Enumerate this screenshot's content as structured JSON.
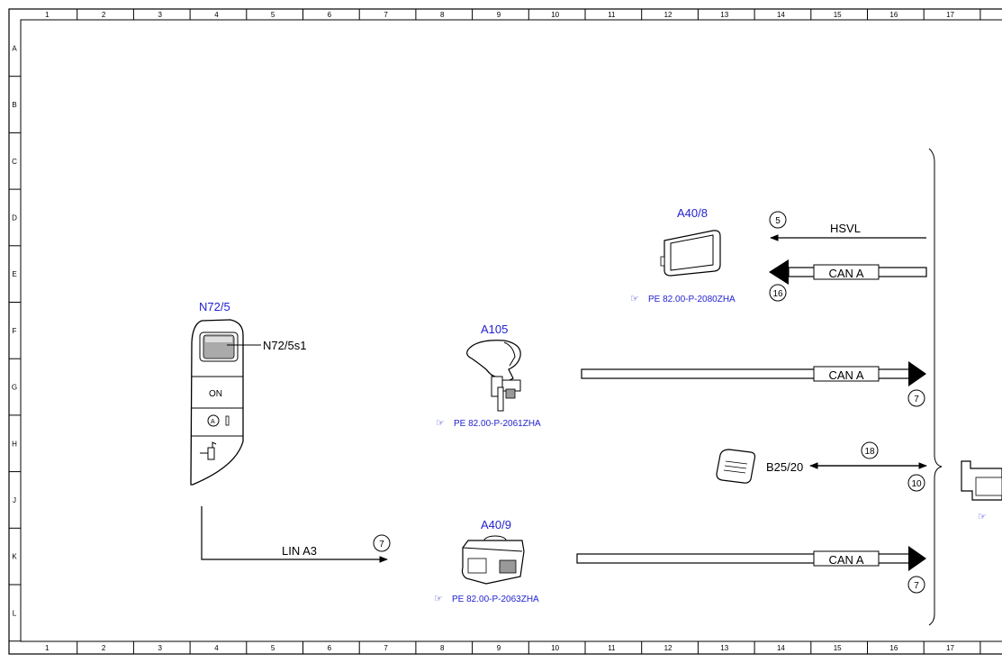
{
  "frame": {
    "columns": [
      "1",
      "2",
      "3",
      "4",
      "5",
      "6",
      "7",
      "8",
      "9",
      "10",
      "11",
      "12",
      "13",
      "14",
      "15",
      "16",
      "17"
    ],
    "rows": [
      "A",
      "B",
      "C",
      "D",
      "E",
      "F",
      "G",
      "H",
      "J",
      "K",
      "L"
    ]
  },
  "components": {
    "n72_5": {
      "id": "N72/5",
      "sub_id": "N72/5s1",
      "btn_on": "ON",
      "btn_auto": "A"
    },
    "a40_8": {
      "id": "A40/8",
      "ref": "PE 82.00-P-2080ZHA"
    },
    "a105": {
      "id": "A105",
      "ref": "PE 82.00-P-2061ZHA"
    },
    "a40_9": {
      "id": "A40/9",
      "ref": "PE 82.00-P-2063ZHA"
    },
    "b25_20": {
      "id": "B25/20"
    },
    "ref_right": {
      "ref_icon": "hand-pointer-icon"
    }
  },
  "connections": {
    "hsvl": {
      "label": "HSVL",
      "bubble": "5"
    },
    "can_a_top": {
      "label": "CAN A",
      "bubble": "16"
    },
    "can_a_mid": {
      "label": "CAN A",
      "bubble": "7"
    },
    "b25": {
      "bubble_top": "18",
      "bubble_bottom": "10"
    },
    "lin_a3": {
      "label": "LIN A3",
      "bubble": "7"
    },
    "can_a_bottom": {
      "label": "CAN A",
      "bubble": "7"
    }
  },
  "colors": {
    "link_blue": "#1f1fd0",
    "line": "#000000"
  }
}
